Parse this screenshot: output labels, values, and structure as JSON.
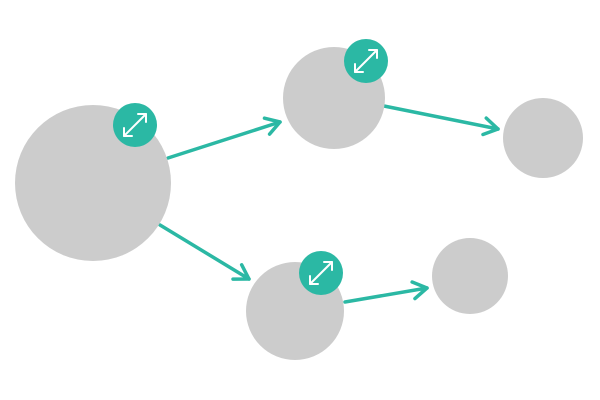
{
  "colors": {
    "node": "#cccccc",
    "accent": "#2bb8a4",
    "icon": "#ffffff",
    "background": "#ffffff"
  },
  "icons": {
    "expand": "expand-arrows-icon",
    "edge": "arrow-icon"
  },
  "nodes": [
    {
      "id": "root",
      "expandable": true
    },
    {
      "id": "upper-middle",
      "expandable": true
    },
    {
      "id": "upper-right",
      "expandable": false
    },
    {
      "id": "lower-middle",
      "expandable": true
    },
    {
      "id": "lower-right",
      "expandable": false
    }
  ],
  "edges": [
    {
      "from": "root",
      "to": "upper-middle"
    },
    {
      "from": "upper-middle",
      "to": "upper-right"
    },
    {
      "from": "root",
      "to": "lower-middle"
    },
    {
      "from": "lower-middle",
      "to": "lower-right"
    }
  ]
}
